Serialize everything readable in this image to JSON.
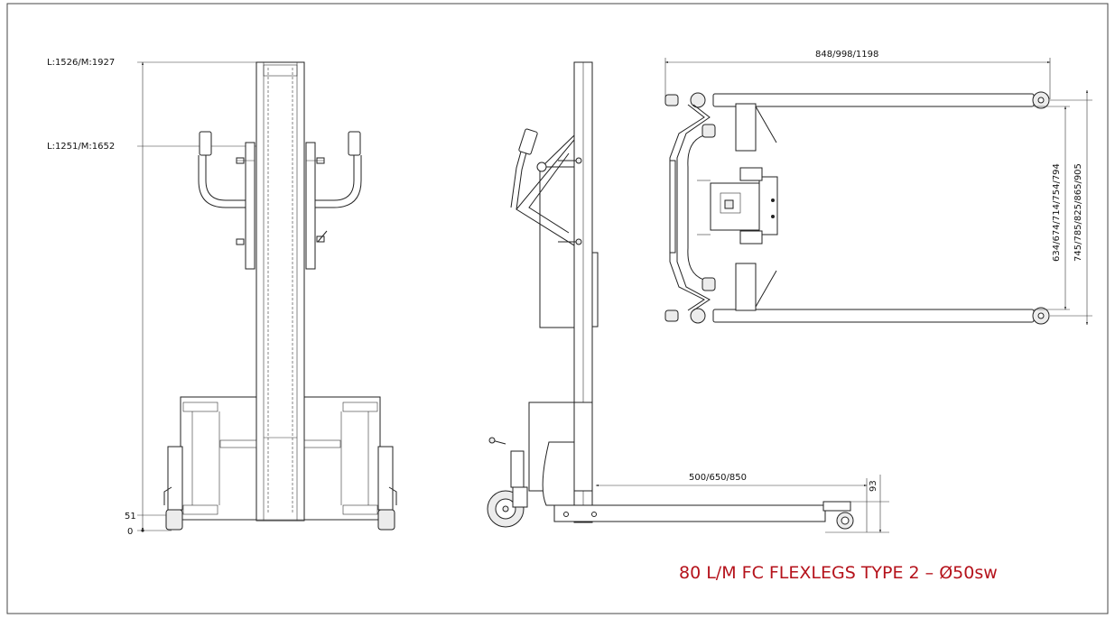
{
  "title": "80 L/M FC FLEXLEGS TYPE 2 – Ø50sw",
  "colors": {
    "title": "#b5121b",
    "line": "#222222",
    "background": "#ffffff"
  },
  "front_view": {
    "height_labels": [
      "L:1526/M:1927",
      "L:1251/M:1652",
      "51",
      "0"
    ]
  },
  "side_view": {
    "leg_length_label": "500/650/850",
    "leg_height_label": "93"
  },
  "top_view": {
    "width_label": "848/998/1198",
    "inner_width_label": "634/674/714/754/794",
    "outer_width_label": "745/785/825/865/905"
  }
}
